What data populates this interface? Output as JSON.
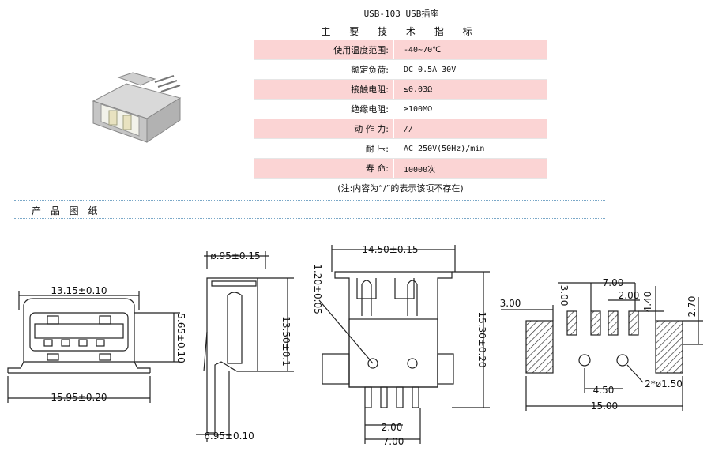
{
  "header": {
    "title": "USB-103 USB插座",
    "subtitle": "主 要 技 术 指 标"
  },
  "specs": [
    {
      "label": "使用温度范围:",
      "value": "-40~70℃"
    },
    {
      "label": "额定负荷:",
      "value": "DC 0.5A 30V"
    },
    {
      "label": "接触电阻:",
      "value": "≤0.03Ω"
    },
    {
      "label": "绝缘电阻:",
      "value": "≥100MΩ"
    },
    {
      "label": "动 作 力:",
      "value": "//"
    },
    {
      "label": "耐    压:",
      "value": "AC 250V(50Hz)/min"
    },
    {
      "label": "寿    命:",
      "value": "10000次"
    }
  ],
  "note": "(注:内容为“/”的表示该项不存在)",
  "section_title": "产 品 图 纸",
  "dims": {
    "front_top": "13.15±0.10",
    "front_bottom": "15.95±0.20",
    "front_right_a": "5.65±0.10",
    "front_right_b": "",
    "side_top": "ø.95±0.15",
    "side_right": "13.50±0.1",
    "side_bottom": "6.95±0.10",
    "back_top": "14.50±0.15",
    "back_left": "1.20±0.05",
    "back_right": "15.30±0.20",
    "back_b1": "2.00",
    "back_b2": "7.00",
    "pcb_left": "3.00",
    "pcb_top_a": "3.00",
    "pcb_top_b": "7.00",
    "pcb_top_c": "2.00",
    "pcb_right_a": "4.40",
    "pcb_right_b": "2.70",
    "pcb_mid": "4.50",
    "pcb_hole": "2*ø1.50",
    "pcb_bottom": "15.00"
  },
  "colors": {
    "row_pink": "#fbd4d4",
    "dot_line": "#7aa8c8"
  }
}
